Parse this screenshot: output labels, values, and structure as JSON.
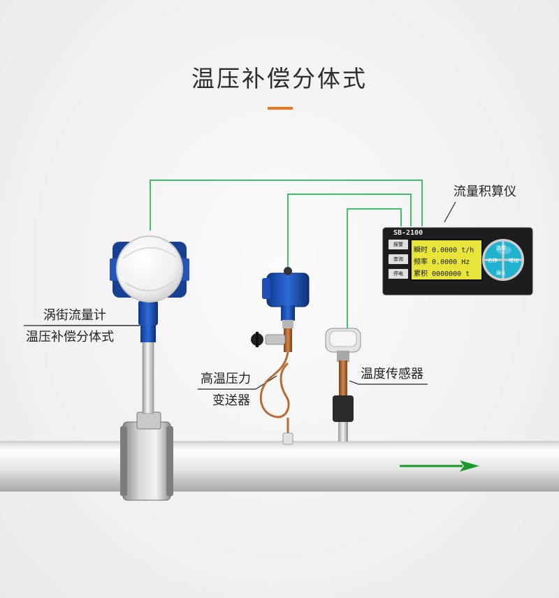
{
  "title": "温压补偿分体式",
  "labels": {
    "totalizer": "流量积算仪",
    "vortex_line1": "涡街流量计",
    "vortex_line2": "温压补偿分体式",
    "pressure_line1": "高温压力",
    "pressure_line2": "变送器",
    "temperature": "温度传感器"
  },
  "instrument": {
    "model": "SB-2100",
    "rows": [
      {
        "name": "瞬时",
        "value": "0.0000",
        "unit": "t/h"
      },
      {
        "name": "频率",
        "value": "0.0000",
        "unit": "Hz"
      },
      {
        "name": "累积",
        "value": "0000000",
        "unit": "t"
      }
    ],
    "left_buttons": [
      "报警",
      "查询",
      "停电"
    ],
    "right_buttons": [
      "选项",
      "右移",
      "增加",
      "确认"
    ]
  },
  "colors": {
    "signal_line": "#3fc36a",
    "flow_arrow": "#1a9a2a",
    "accent": "#f0781e",
    "lcd": "#e8e43a"
  }
}
